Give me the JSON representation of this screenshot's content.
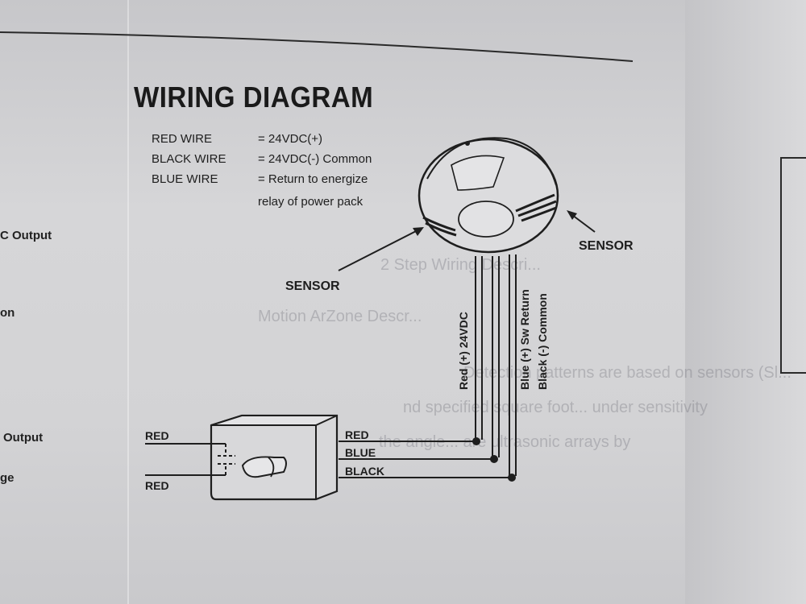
{
  "title": "WIRING DIAGRAM",
  "legend": [
    {
      "key": "RED WIRE",
      "value": "= 24VDC(+)"
    },
    {
      "key": "BLACK WIRE",
      "value": "= 24VDC(-) Common"
    },
    {
      "key": "BLUE WIRE",
      "value": "= Return to energize"
    },
    {
      "key": "",
      "value": "relay of power pack"
    }
  ],
  "sensor_labels": {
    "left": "SENSOR",
    "right": "SENSOR"
  },
  "vertical_labels": {
    "red": "Red (+) 24VDC",
    "blue": "Blue (+) Sw Return",
    "black": "Black (-) Common"
  },
  "pack_wires": {
    "red": "RED",
    "blue": "BLUE",
    "black": "BLACK"
  },
  "input_wires": {
    "top": "RED",
    "bottom": "RED"
  },
  "left_column": [
    "C Output",
    "on",
    "Output",
    "ge"
  ],
  "bleed_through": [
    "2 Step Wiring Descri...",
    "Motion ArZone Descr...",
    "Detection patterns are based on sensors  (Sl...",
    "nd specified square foot... under sensitivity",
    "the angle... are ultrasonic arrays by"
  ],
  "colors": {
    "ink": "#1c1c1e",
    "paper": "#d3d3d5"
  }
}
